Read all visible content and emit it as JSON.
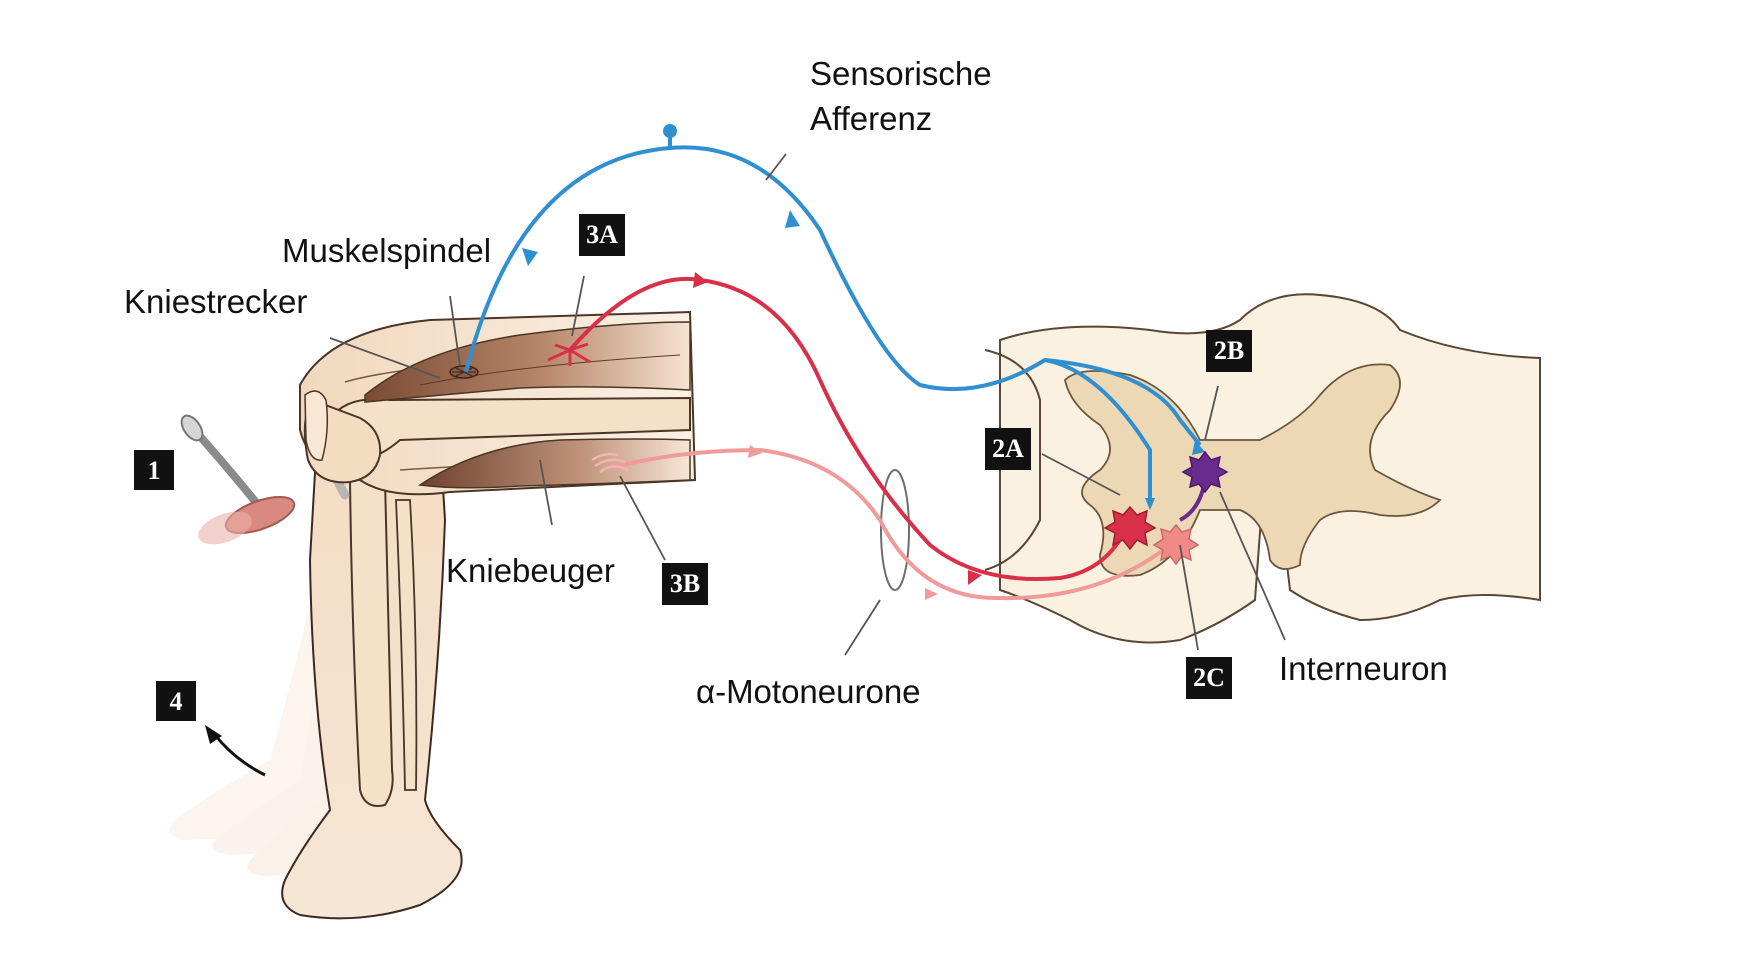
{
  "labels": {
    "sensory_line1": "Sensorische",
    "sensory_line2": "Afferenz",
    "muscle_spindle": "Muskelspindel",
    "knee_extensor": "Kniestrecker",
    "knee_flexor": "Kniebeuger",
    "alpha_motoneurons": "α-Motoneurone",
    "interneuron": "Interneuron"
  },
  "badges": {
    "b1": "1",
    "b2a": "2A",
    "b2b": "2B",
    "b2c": "2C",
    "b3a": "3A",
    "b3b": "3B",
    "b4": "4"
  },
  "colors": {
    "sensory": "#2f8fd0",
    "motor_extensor": "#d9304a",
    "motor_flexor": "#f09a9a",
    "interneuron": "#6a2b8f",
    "spinal_white": "#fbf1e1",
    "spinal_gray": "#ecd8b4",
    "muscle": "#a9785e",
    "bone": "#f3dcc0",
    "badge": "#111111"
  }
}
